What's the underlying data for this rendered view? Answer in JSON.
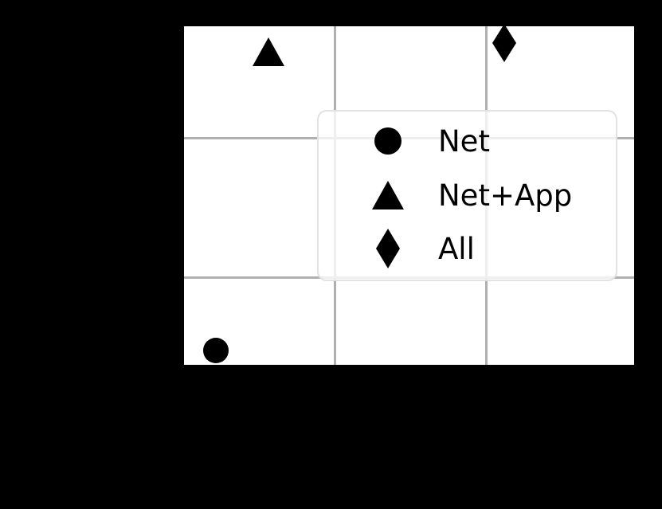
{
  "figure": {
    "background_color": "#000000",
    "plot_background_color": "#ffffff",
    "grid_color": "#b0b0b0",
    "marker_color": "#000000"
  },
  "chart_data": {
    "type": "scatter",
    "title": "",
    "xlabel": "",
    "ylabel": "",
    "grid": true,
    "xlim": [
      0,
      3
    ],
    "ylim": [
      0,
      3
    ],
    "xticks": [
      1,
      2
    ],
    "yticks": [
      1,
      2
    ],
    "xticklabels": [],
    "yticklabels": [],
    "legend_position": "center",
    "legend_entries": [
      {
        "label": "Net",
        "marker": "circle"
      },
      {
        "label": "Net+App",
        "marker": "triangle"
      },
      {
        "label": "All",
        "marker": "diamond"
      }
    ],
    "series": [
      {
        "name": "Net",
        "marker": "circle",
        "color": "#000000",
        "points": [
          {
            "x": 0.21,
            "y": 0.13
          }
        ]
      },
      {
        "name": "Net+App",
        "marker": "triangle",
        "color": "#000000",
        "points": [
          {
            "x": 0.56,
            "y": 2.77
          }
        ]
      },
      {
        "name": "All",
        "marker": "diamond",
        "color": "#000000",
        "points": [
          {
            "x": 2.13,
            "y": 2.85
          }
        ]
      }
    ]
  },
  "legend": {
    "rows": [
      {
        "label": "Net"
      },
      {
        "label": "Net+App"
      },
      {
        "label": "All"
      }
    ]
  }
}
